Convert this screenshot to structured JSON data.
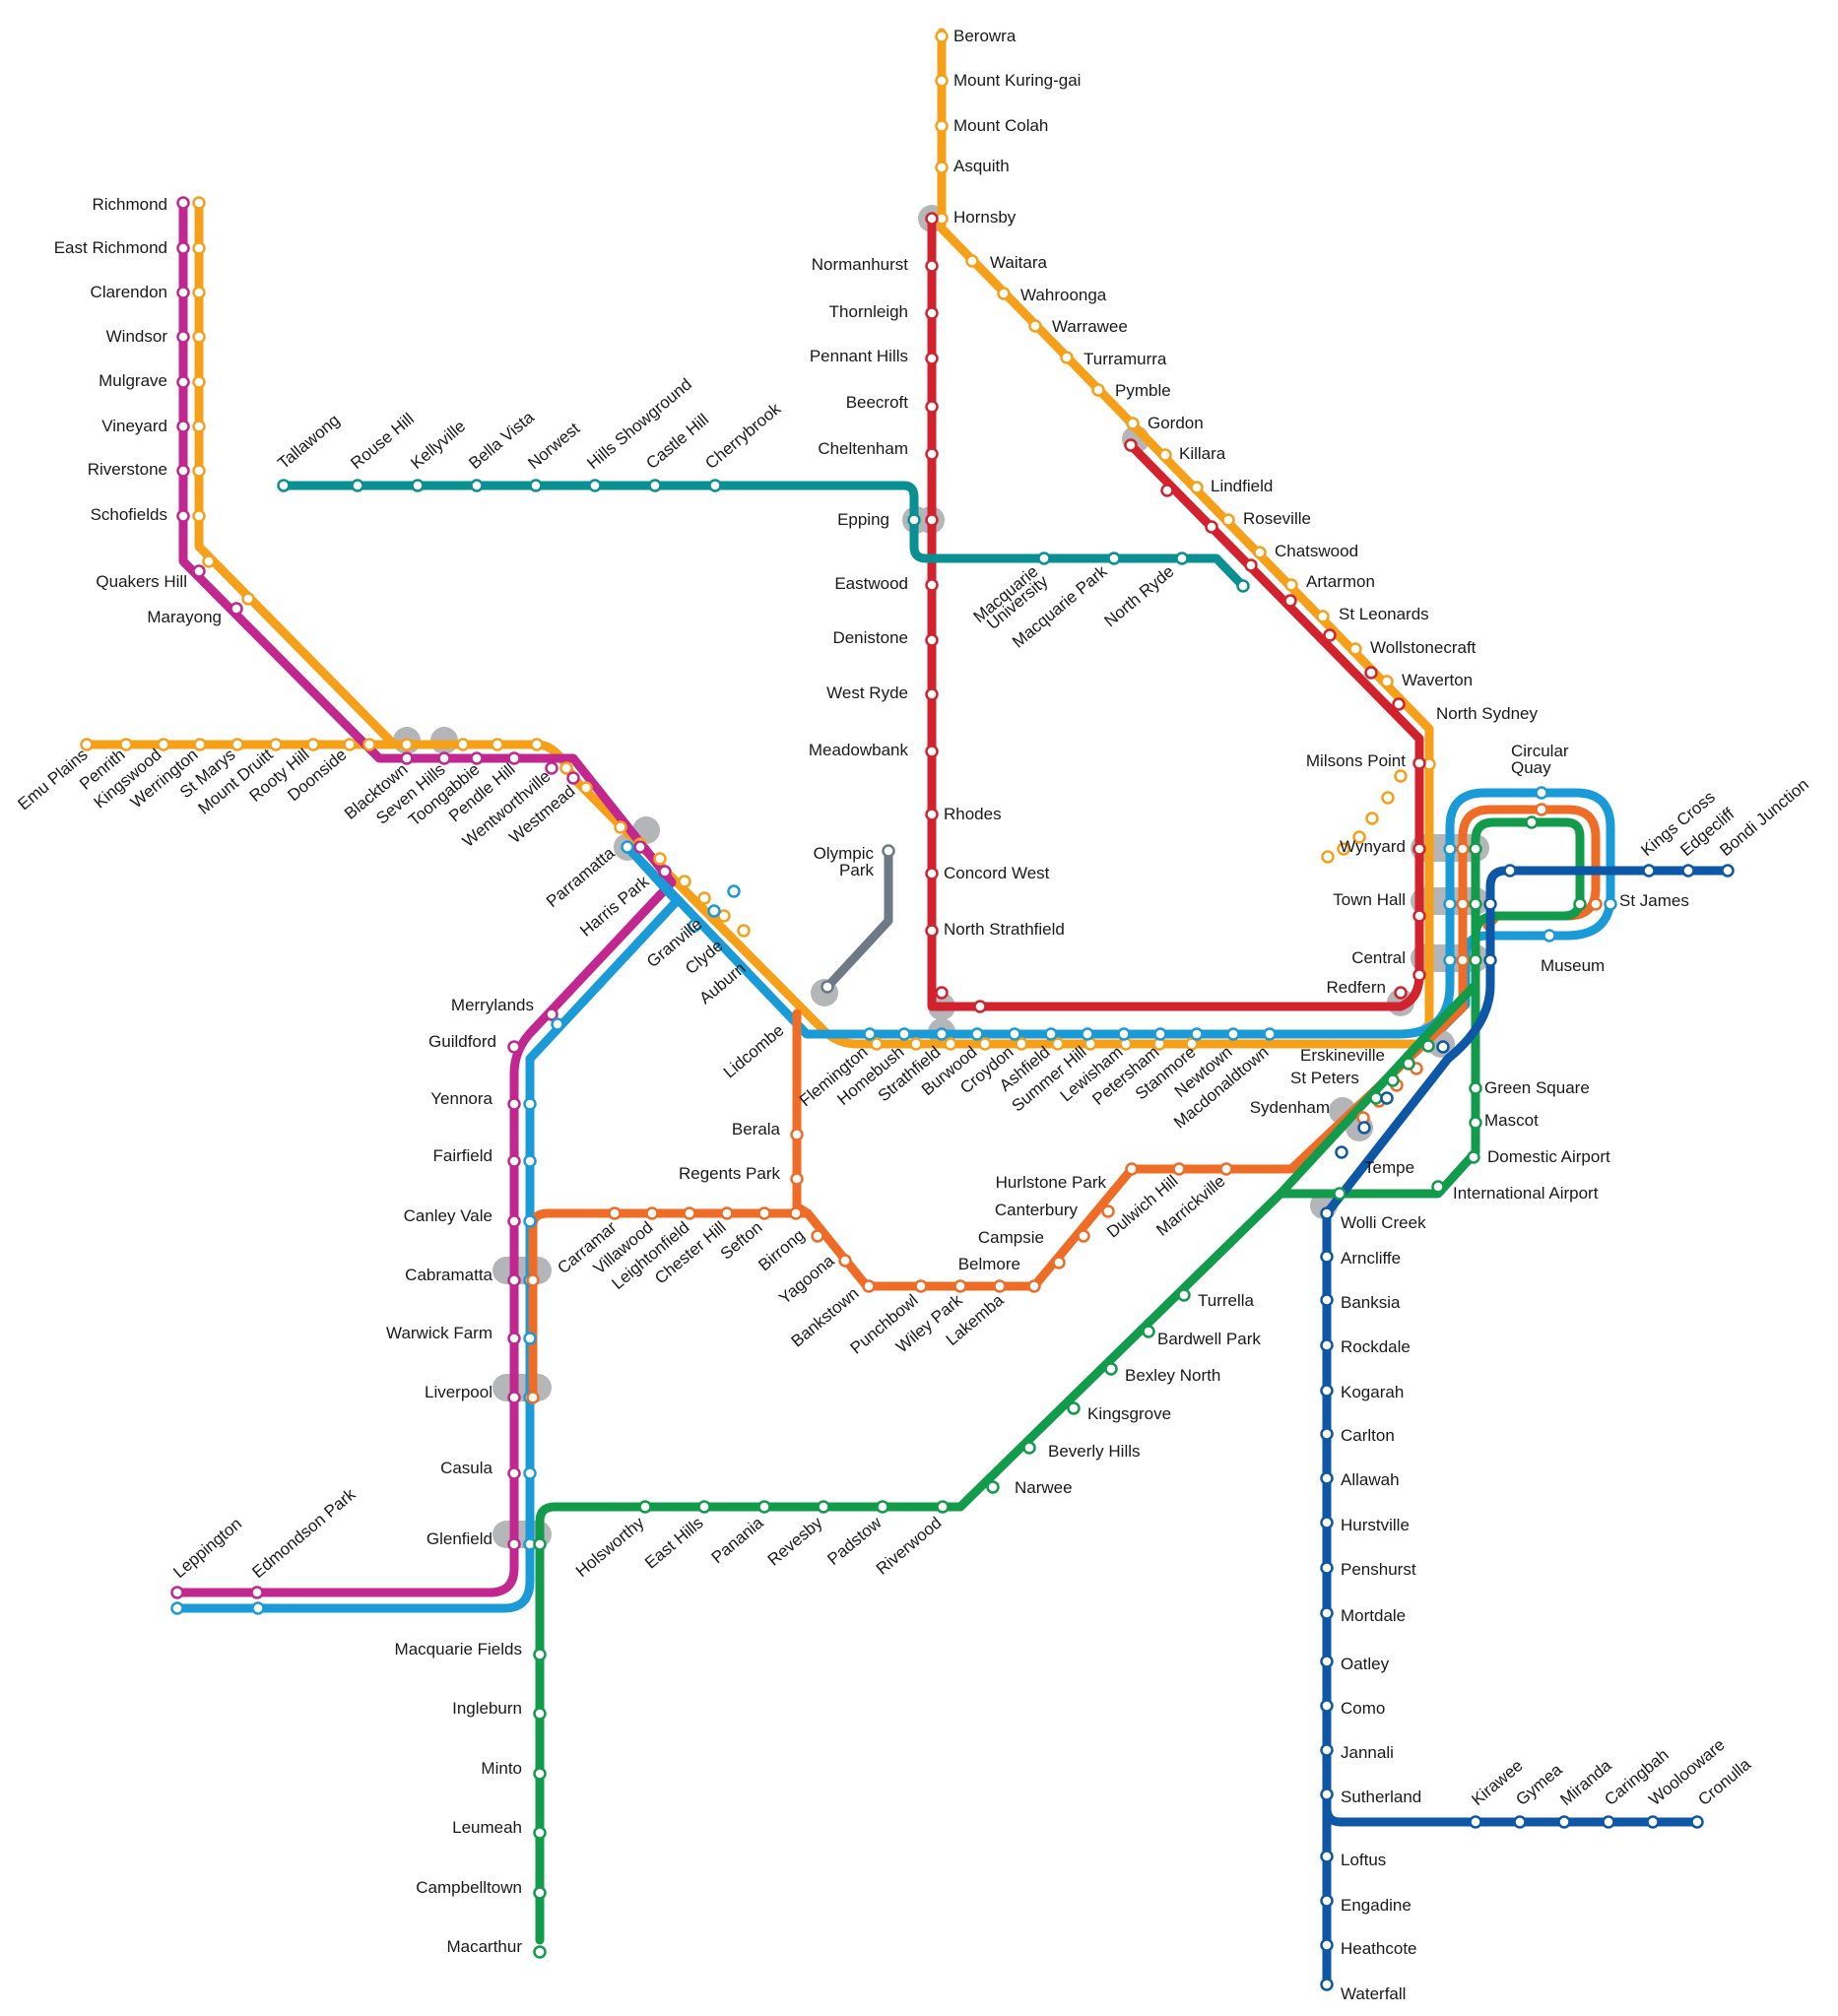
{
  "map_title": "",
  "lines": [
    {
      "id": "orange",
      "color": "#f6a01a"
    },
    {
      "id": "magenta",
      "color": "#c1278f"
    },
    {
      "id": "teal",
      "color": "#0a8f93"
    },
    {
      "id": "red",
      "color": "#d2222d"
    },
    {
      "id": "lightblue",
      "color": "#1a9bd7"
    },
    {
      "id": "darkorange",
      "color": "#ef6c26"
    },
    {
      "id": "green",
      "color": "#119b4a"
    },
    {
      "id": "darkblue",
      "color": "#0e57a6"
    },
    {
      "id": "grey",
      "color": "#6d7a85"
    }
  ],
  "stations": {
    "berowra": "Berowra",
    "mount_kuring_gai": "Mount Kuring-gai",
    "mount_colah": "Mount Colah",
    "asquith": "Asquith",
    "hornsby": "Hornsby",
    "waitara": "Waitara",
    "wahroonga": "Wahroonga",
    "warrawee": "Warrawee",
    "turramurra": "Turramurra",
    "pymble": "Pymble",
    "gordon": "Gordon",
    "killara": "Killara",
    "lindfield": "Lindfield",
    "roseville": "Roseville",
    "chatswood": "Chatswood",
    "artarmon": "Artarmon",
    "st_leonards": "St Leonards",
    "wollstonecraft": "Wollstonecraft",
    "waverton": "Waverton",
    "north_sydney": "North Sydney",
    "milsons_point": "Milsons Point",
    "circular_quay_1": "Circular",
    "circular_quay_2": "Quay",
    "wynyard": "Wynyard",
    "town_hall": "Town Hall",
    "central": "Central",
    "redfern": "Redfern",
    "museum": "Museum",
    "st_james": "St James",
    "kings_cross": "Kings Cross",
    "edgecliff": "Edgecliff",
    "bondi_junction": "Bondi Junction",
    "normanhurst": "Normanhurst",
    "thornleigh": "Thornleigh",
    "pennant_hills": "Pennant Hills",
    "beecroft": "Beecroft",
    "cheltenham": "Cheltenham",
    "epping": "Epping",
    "eastwood": "Eastwood",
    "denistone": "Denistone",
    "west_ryde": "West Ryde",
    "meadowbank": "Meadowbank",
    "rhodes": "Rhodes",
    "concord_west": "Concord West",
    "north_strathfield": "North Strathfield",
    "olympic_park_1": "Olympic",
    "olympic_park_2": "Park",
    "macquarie_university_1": "Macquarie",
    "macquarie_university_2": "University",
    "macquarie_park": "Macquarie Park",
    "north_ryde": "North Ryde",
    "tallawong": "Tallawong",
    "rouse_hill": "Rouse Hill",
    "kellyville": "Kellyville",
    "bella_vista": "Bella Vista",
    "norwest": "Norwest",
    "hills_showground": "Hills Showground",
    "castle_hill": "Castle Hill",
    "cherrybrook": "Cherrybrook",
    "richmond": "Richmond",
    "east_richmond": "East Richmond",
    "clarendon": "Clarendon",
    "windsor": "Windsor",
    "mulgrave": "Mulgrave",
    "vineyard": "Vineyard",
    "riverstone": "Riverstone",
    "schofields": "Schofields",
    "quakers_hill": "Quakers Hill",
    "marayong": "Marayong",
    "emu_plains": "Emu Plains",
    "penrith": "Penrith",
    "kingswood": "Kingswood",
    "werrington": "Werrington",
    "st_marys": "St Marys",
    "mount_druitt": "Mount Druitt",
    "rooty_hill": "Rooty Hill",
    "doonside": "Doonside",
    "blacktown": "Blacktown",
    "seven_hills": "Seven Hills",
    "toongabbie": "Toongabbie",
    "pendle_hill": "Pendle Hill",
    "wentworthville": "Wentworthville",
    "westmead": "Westmead",
    "parramatta": "Parramatta",
    "harris_park": "Harris Park",
    "granville": "Granville",
    "clyde": "Clyde",
    "auburn": "Auburn",
    "lidcombe": "Lidcombe",
    "flemington": "Flemington",
    "homebush": "Homebush",
    "strathfield": "Strathfield",
    "burwood": "Burwood",
    "croydon": "Croydon",
    "ashfield": "Ashfield",
    "summer_hill": "Summer Hill",
    "lewisham": "Lewisham",
    "petersham": "Petersham",
    "stanmore": "Stanmore",
    "newtown": "Newtown",
    "macdonaldtown": "Macdonaldtown",
    "erskineville": "Erskineville",
    "st_peters": "St Peters",
    "sydenham": "Sydenham",
    "tempe": "Tempe",
    "wolli_creek": "Wolli Creek",
    "green_square": "Green Square",
    "mascot": "Mascot",
    "domestic_airport": "Domestic Airport",
    "international_airport": "International Airport",
    "merrylands": "Merrylands",
    "guildford": "Guildford",
    "yennora": "Yennora",
    "fairfield": "Fairfield",
    "canley_vale": "Canley Vale",
    "cabramatta": "Cabramatta",
    "warwick_farm": "Warwick Farm",
    "liverpool": "Liverpool",
    "casula": "Casula",
    "glenfield": "Glenfield",
    "leppington": "Leppington",
    "edmondson_park": "Edmondson Park",
    "macquarie_fields": "Macquarie Fields",
    "ingleburn": "Ingleburn",
    "minto": "Minto",
    "leumeah": "Leumeah",
    "campbelltown": "Campbelltown",
    "macarthur": "Macarthur",
    "berala": "Berala",
    "regents_park": "Regents Park",
    "carramar": "Carramar",
    "villawood": "Villawood",
    "leightonfield": "Leightonfield",
    "chester_hill": "Chester Hill",
    "sefton": "Sefton",
    "birrong": "Birrong",
    "yagoona": "Yagoona",
    "bankstown": "Bankstown",
    "punchbowl": "Punchbowl",
    "wiley_park": "Wiley Park",
    "lakemba": "Lakemba",
    "belmore": "Belmore",
    "campsie": "Campsie",
    "canterbury": "Canterbury",
    "hurlstone_park": "Hurlstone Park",
    "dulwich_hill": "Dulwich Hill",
    "marrickville": "Marrickville",
    "holsworthy": "Holsworthy",
    "east_hills": "East Hills",
    "panania": "Panania",
    "revesby": "Revesby",
    "padstow": "Padstow",
    "riverwood": "Riverwood",
    "narwee": "Narwee",
    "beverly_hills": "Beverly Hills",
    "kingsgrove": "Kingsgrove",
    "bexley_north": "Bexley North",
    "bardwell_park": "Bardwell Park",
    "turrella": "Turrella",
    "arncliffe": "Arncliffe",
    "banksia": "Banksia",
    "rockdale": "Rockdale",
    "kogarah": "Kogarah",
    "carlton": "Carlton",
    "allawah": "Allawah",
    "hurstville": "Hurstville",
    "penshurst": "Penshurst",
    "mortdale": "Mortdale",
    "oatley": "Oatley",
    "como": "Como",
    "jannali": "Jannali",
    "sutherland": "Sutherland",
    "loftus": "Loftus",
    "engadine": "Engadine",
    "heathcote": "Heathcote",
    "waterfall": "Waterfall",
    "kirrawee": "Kirawee",
    "gymea": "Gymea",
    "miranda": "Miranda",
    "caringbah": "Caringbah",
    "woolooware": "Woolooware",
    "cronulla": "Cronulla"
  }
}
